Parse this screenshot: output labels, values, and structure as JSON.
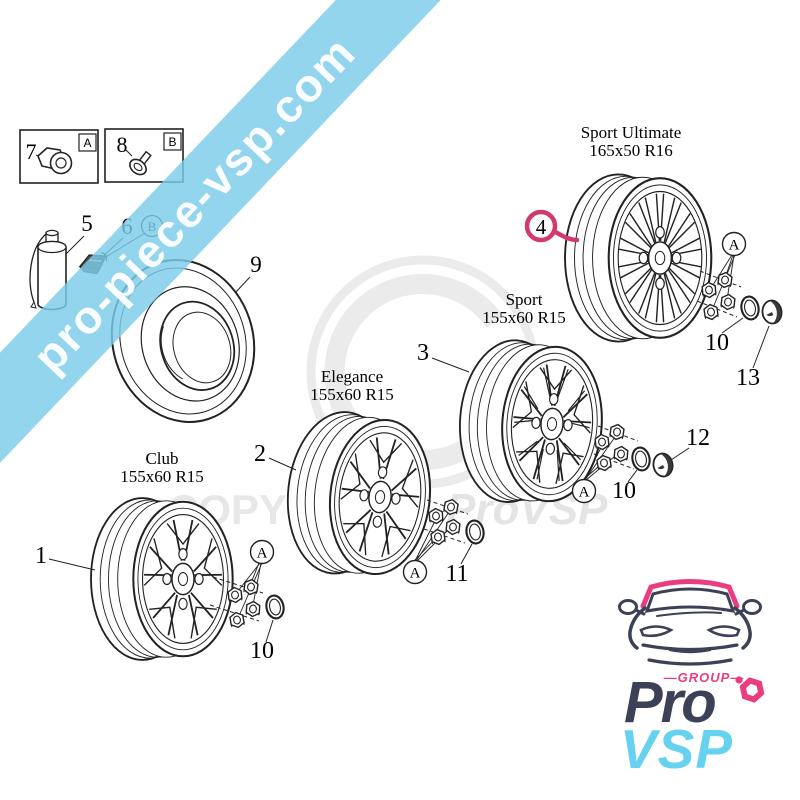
{
  "banner": {
    "text": "pro-piece-vsp.com"
  },
  "watermark": {
    "line": "COPYRIGHT",
    "brand": "ProVSP"
  },
  "legend_boxes": [
    {
      "number": "7",
      "letter": "A"
    },
    {
      "number": "8",
      "letter": "B"
    }
  ],
  "callouts": {
    "a": "A",
    "b": "B"
  },
  "part_labels": {
    "1": "1",
    "2": "2",
    "3": "3",
    "4": "4",
    "5": "5",
    "6": "6",
    "7": "7",
    "8": "8",
    "9": "9",
    "10": "10",
    "11": "11",
    "12": "12",
    "13": "13"
  },
  "wheels": [
    {
      "label": "1",
      "name": "Club",
      "size": "155x60 R15",
      "highlighted": false
    },
    {
      "label": "2",
      "name": "Elegance",
      "size": "155x60 R15",
      "highlighted": false
    },
    {
      "label": "3",
      "name": "Sport",
      "size": "155x60 R15",
      "highlighted": false
    },
    {
      "label": "4",
      "name": "Sport Ultimate",
      "size": "165x50 R16",
      "highlighted": true
    }
  ],
  "logo": {
    "group": "—GROUP—",
    "pro": "Pro",
    "vsp": "VSP"
  },
  "colors": {
    "accent_pink": "#d23a6f",
    "banner_blue": "#7cccea",
    "logo_navy": "#3d4158",
    "logo_blue": "#66d2f0",
    "logo_pink": "#ea3d7f",
    "line": "#222222",
    "watermark_gray": "#ebebeb"
  }
}
